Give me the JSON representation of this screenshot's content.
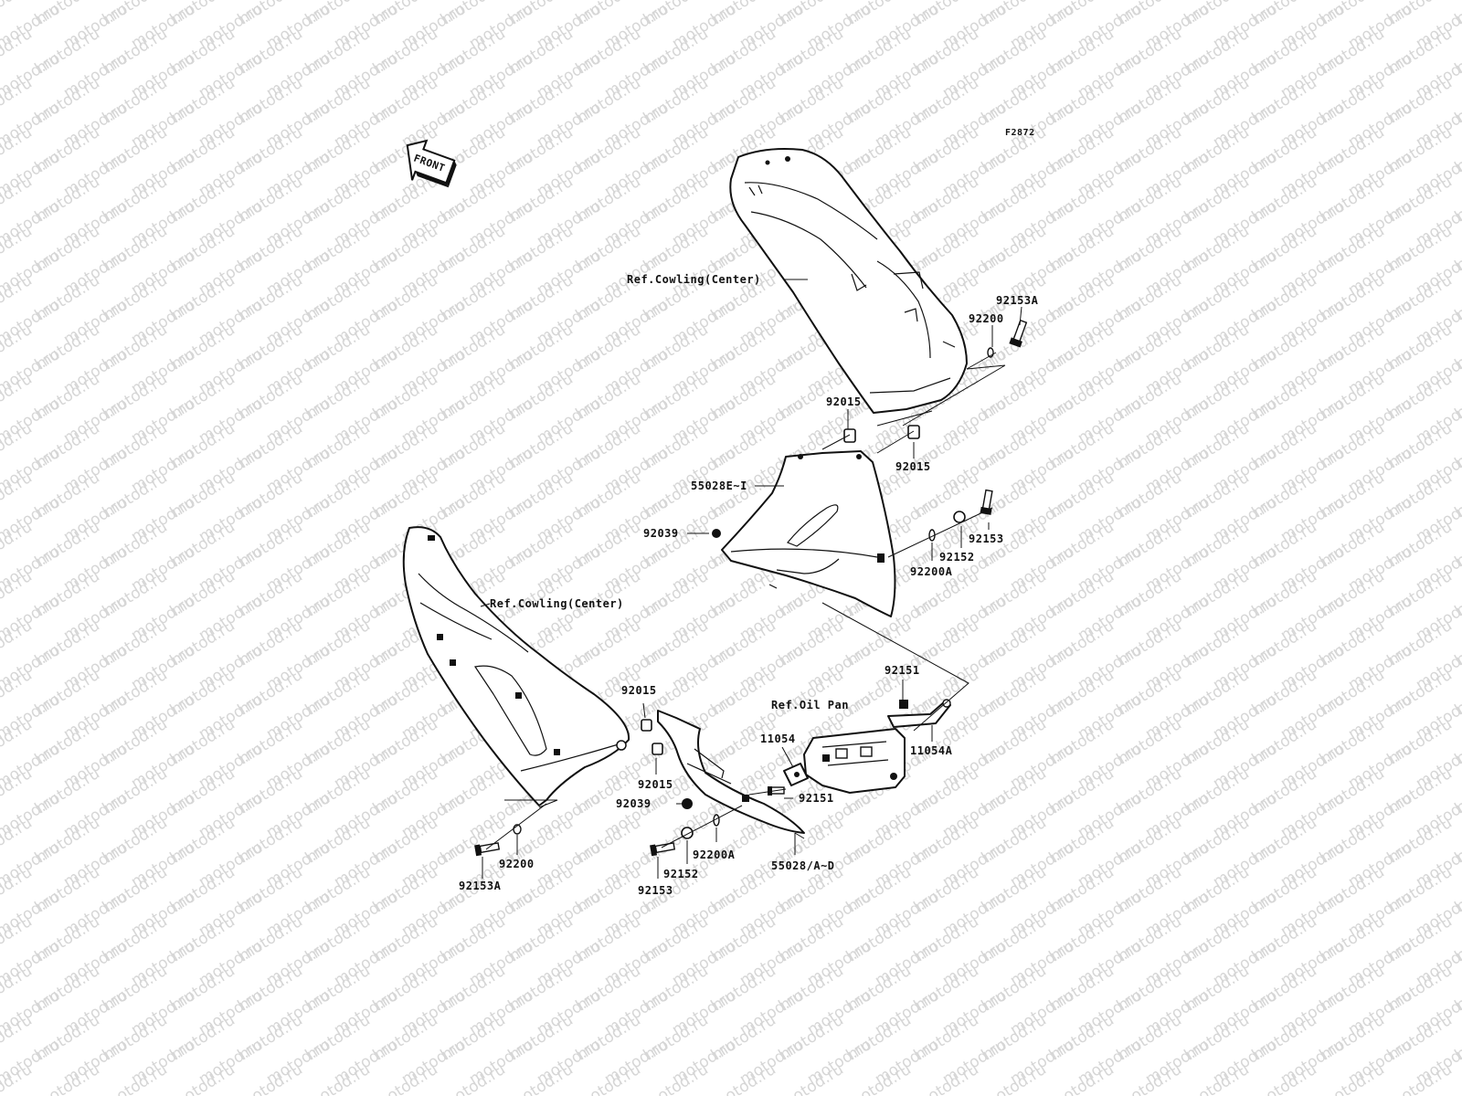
{
  "diagram_code": "F2872",
  "front_label": "FRONT",
  "watermark": "motod.ru",
  "labels": {
    "ref_cowling_center_upper": "Ref.Cowling(Center)",
    "ref_cowling_center_lower": "Ref.Cowling(Center)",
    "ref_oil_pan": "Ref.Oil Pan",
    "p92153A_top": "92153A",
    "p92200_top": "92200",
    "p92015_a": "92015",
    "p92015_b": "92015",
    "p55028EI": "55028E~I",
    "p92039_a": "92039",
    "p92153_a": "92153",
    "p92152_a": "92152",
    "p92200A_a": "92200A",
    "p92151_a": "92151",
    "p11054A": "11054A",
    "p11054": "11054",
    "p92151_b": "92151",
    "p92015_c": "92015",
    "p92015_d": "92015",
    "p92039_b": "92039",
    "p92200A_b": "92200A",
    "p92152_b": "92152",
    "p92153_b": "92153",
    "p55028AD": "55028/A~D",
    "p92200_bot": "92200",
    "p92153A_bot": "92153A"
  }
}
